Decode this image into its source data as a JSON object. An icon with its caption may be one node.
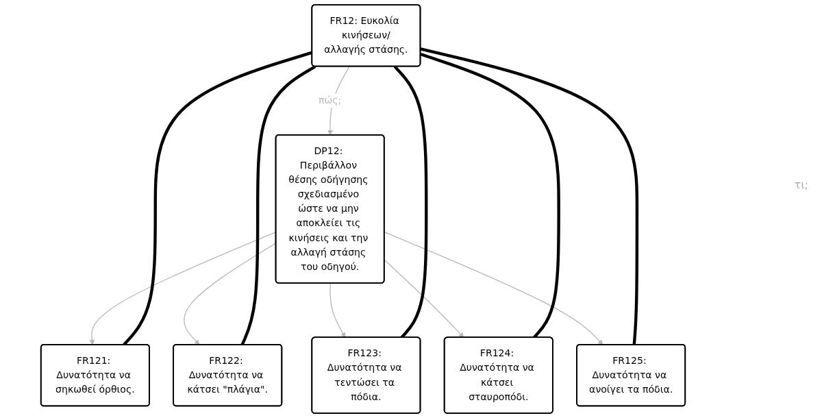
{
  "diagram": {
    "nodes": [
      {
        "text": [
          "FR12: Ευκολία κινήσεων/αλλαγής στάσης."
        ]
      },
      {
        "text": [
          "DP12: Περιβάλλον θέσης οδήγησης σχεδιασμένο ώστε να μην αποκλείει τις κινήσεις και την αλλαγή στάσης του οδηγού."
        ]
      },
      {
        "text": [
          "FR121: Δυνατότητα να σηκωθεί όρθιος."
        ]
      },
      {
        "text": [
          "FR122: Δυνατότητα να κάτσει \"πλάγια\"."
        ]
      },
      {
        "text": [
          "FR123: Δυνατότητα να τεντώσει τα πόδια."
        ]
      },
      {
        "text": [
          "FR124: Δυνατότητα να κάτσει σταυροπόδι."
        ]
      },
      {
        "text": [
          "FR125: Δυνατότητα να ανοίγει τα πόδια."
        ]
      }
    ],
    "edges": [
      {
        "from": 0,
        "to": 1,
        "arrow": "to",
        "label": "πώς;"
      },
      {
        "from": 1,
        "to": 2,
        "arrow": "to"
      },
      {
        "from": 1,
        "to": 3,
        "arrow": "to"
      },
      {
        "from": 1,
        "to": 4,
        "arrow": "to"
      },
      {
        "from": 1,
        "to": 5,
        "arrow": "to"
      },
      {
        "from": 1,
        "to": 6,
        "arrow": "to"
      },
      {
        "from": 0,
        "to": 2,
        "arrow": "none",
        "style": "thick",
        "color": "#000000"
      },
      {
        "from": 0,
        "to": 3,
        "arrow": "none",
        "style": "thick",
        "color": "#000000"
      },
      {
        "from": 0,
        "to": 4,
        "arrow": "none",
        "style": "thick",
        "color": "#000000"
      },
      {
        "from": 0,
        "to": 5,
        "arrow": "none",
        "style": "thick",
        "color": "#000000"
      },
      {
        "from": 0,
        "to": 6,
        "arrow": "none",
        "style": "thick",
        "color": "#000000"
      }
    ],
    "labels": [
      "τι;"
    ]
  }
}
